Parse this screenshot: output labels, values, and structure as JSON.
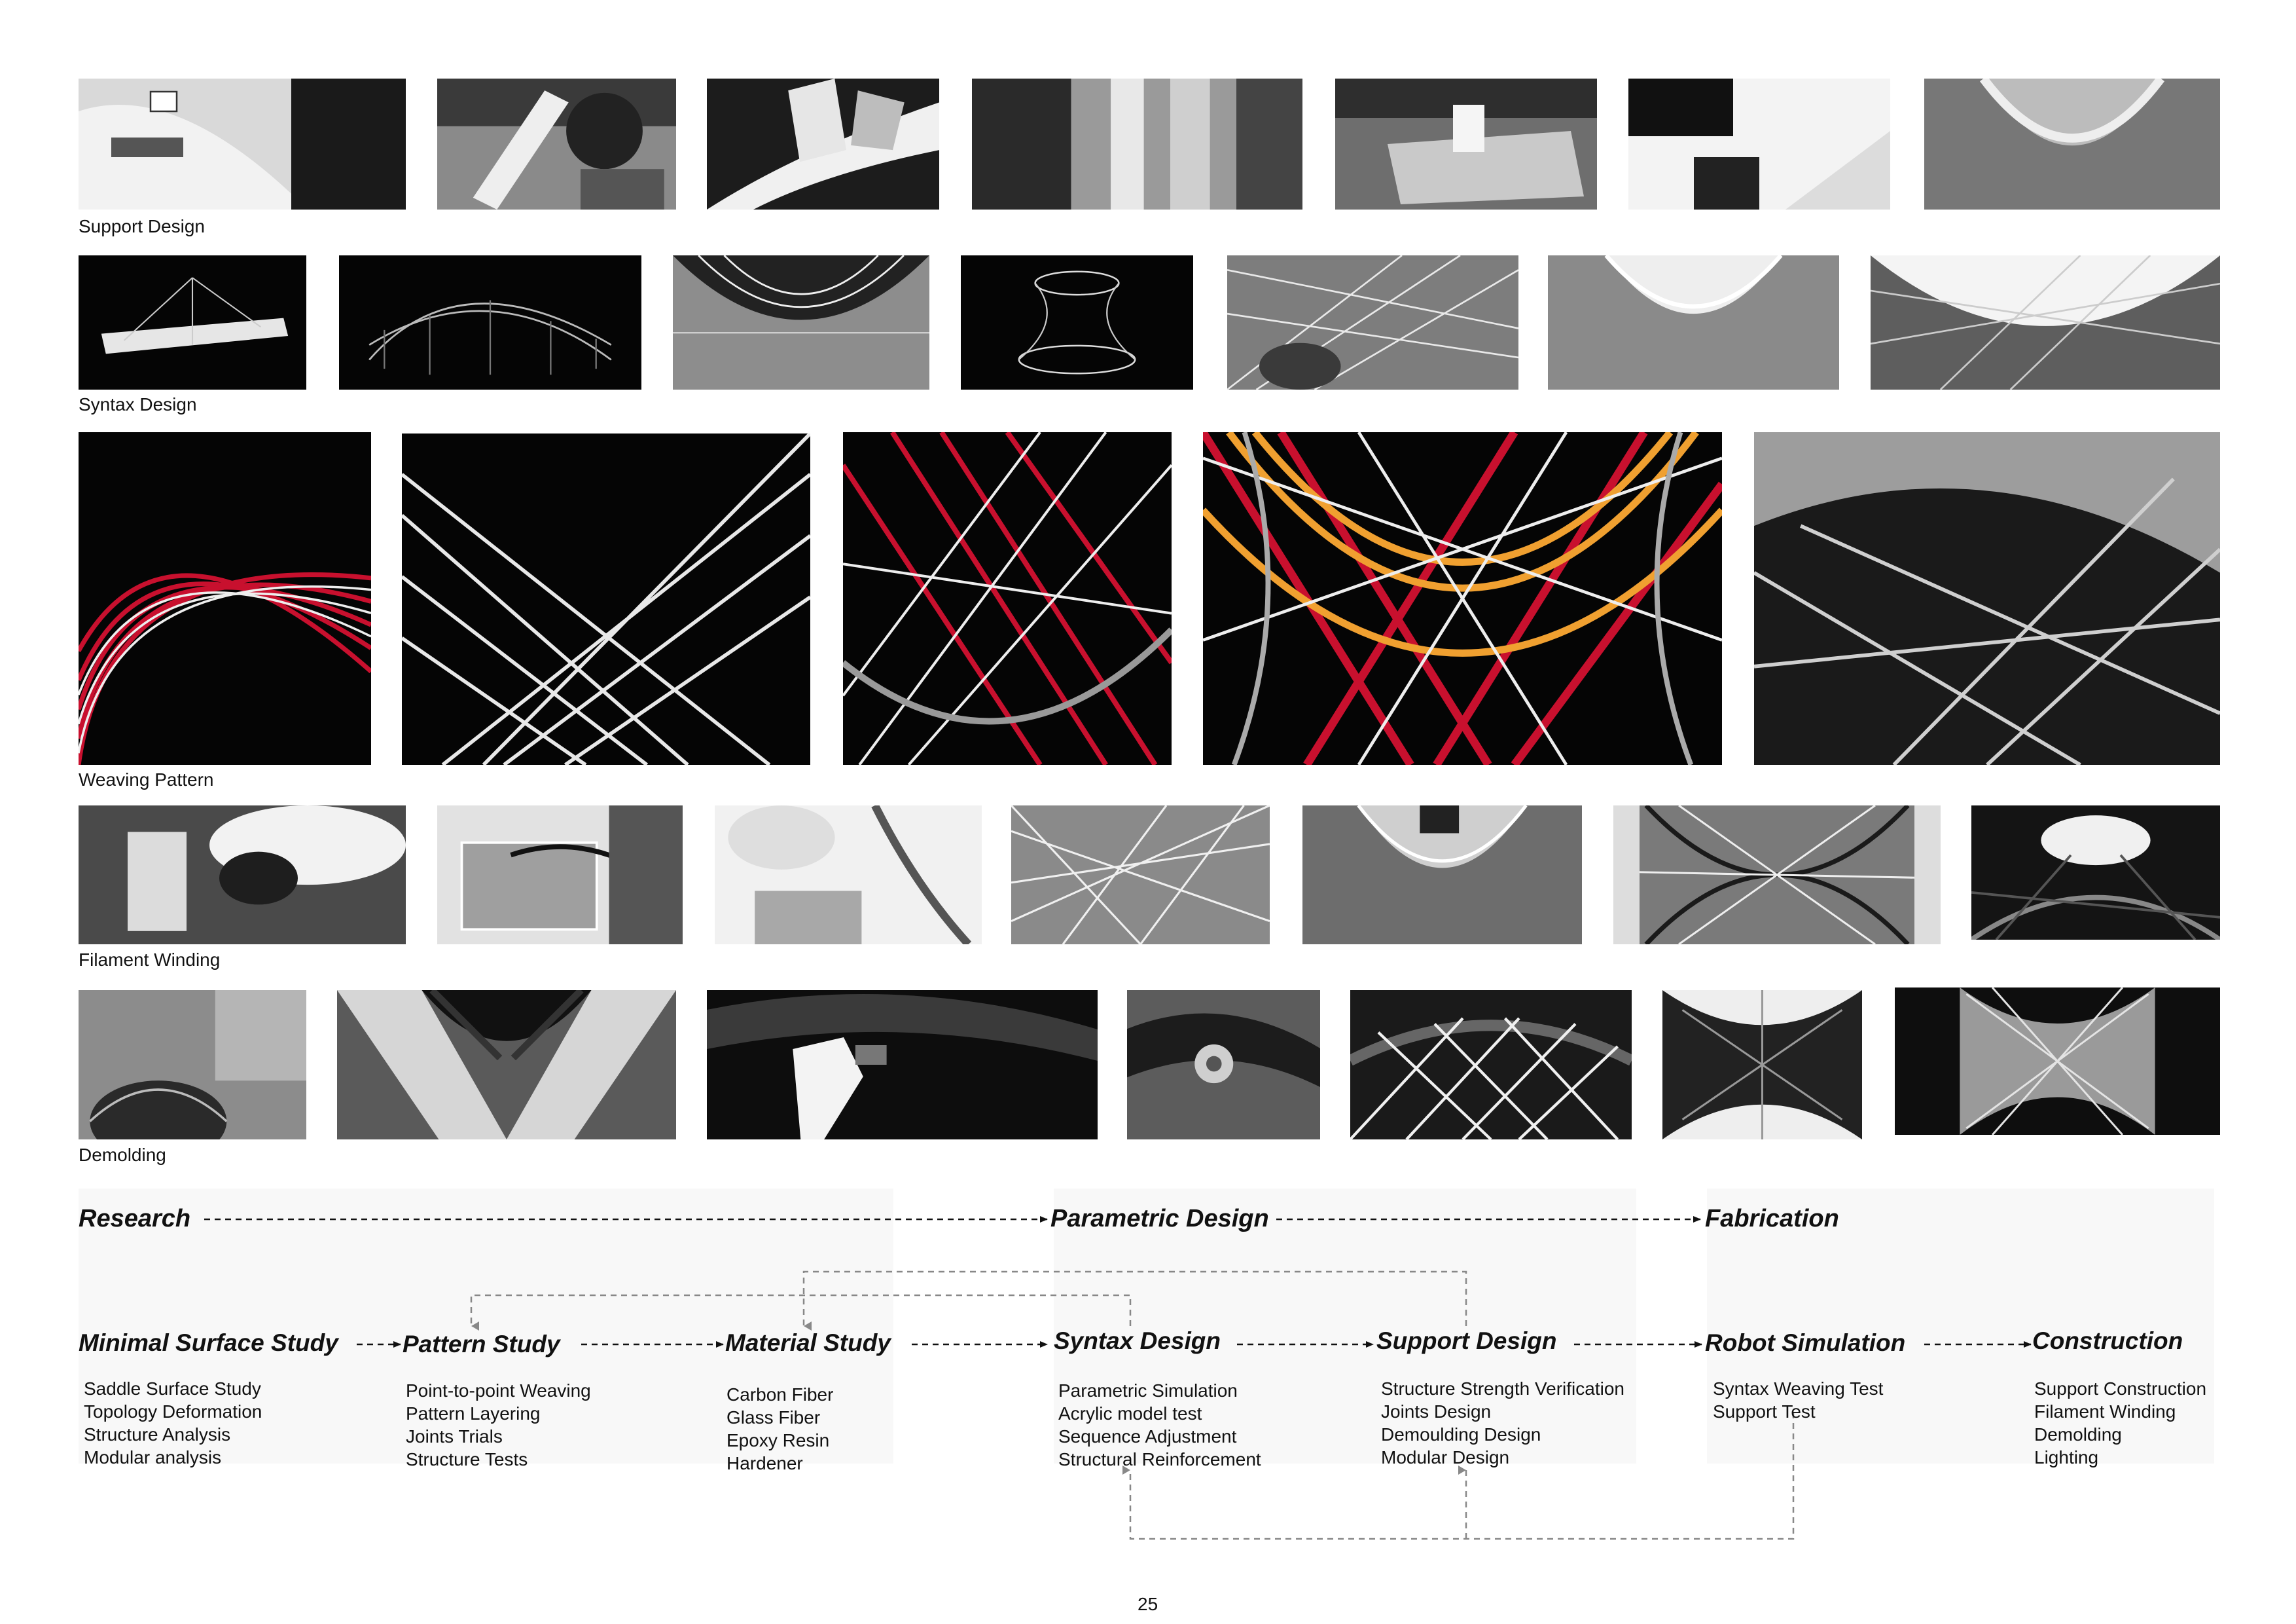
{
  "rows": [
    {
      "label": "Support Design",
      "photo_count": 7
    },
    {
      "label": "Syntax Design",
      "photo_count": 7
    },
    {
      "label": "Weaving Pattern",
      "photo_count": 5
    },
    {
      "label": "Filament Winding",
      "photo_count": 7
    },
    {
      "label": "Demolding",
      "photo_count": 7
    }
  ],
  "phases": [
    {
      "title": "Research"
    },
    {
      "title": "Parametric Design"
    },
    {
      "title": "Fabrication"
    }
  ],
  "stages": [
    {
      "title": "Minimal Surface Study",
      "items": [
        "Saddle Surface Study",
        "Topology Deformation",
        "Structure Analysis",
        "Modular analysis"
      ]
    },
    {
      "title": "Pattern Study",
      "items": [
        "Point-to-point Weaving",
        "Pattern Layering",
        "Joints Trials",
        "Structure Tests"
      ]
    },
    {
      "title": "Material Study",
      "items": [
        "Carbon Fiber",
        "Glass Fiber",
        "Epoxy Resin",
        "Hardener"
      ]
    },
    {
      "title": "Syntax Design",
      "items": [
        "Parametric Simulation",
        "Acrylic model test",
        "Sequence Adjustment",
        "Structural Reinforcement"
      ]
    },
    {
      "title": "Support Design",
      "items": [
        "Structure Strength Verification",
        "Joints Design",
        "Demoulding Design",
        "Modular Design"
      ]
    },
    {
      "title": "Robot Simulation",
      "items": [
        "Syntax Weaving Test",
        "Support Test"
      ]
    },
    {
      "title": "Construction",
      "items": [
        "Support Construction",
        "Filament Winding",
        "Demolding",
        "Lighting"
      ]
    }
  ],
  "page_number": "25",
  "colors": {
    "accent_red": "#c8102e",
    "accent_orange": "#f0a030",
    "photo_dark": "#111111",
    "arrow_gray": "#888888"
  }
}
